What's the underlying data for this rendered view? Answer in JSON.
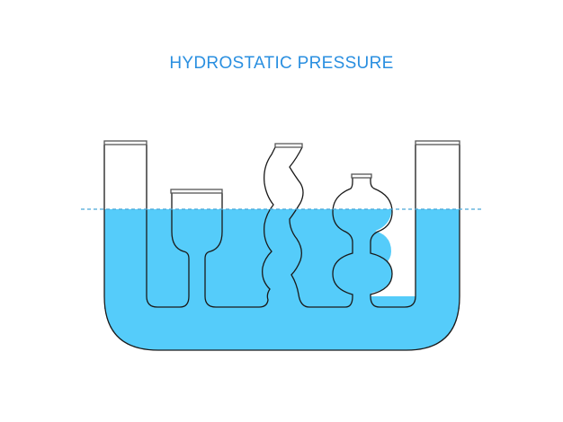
{
  "title": "HYDROSTATIC PRESSURE",
  "colors": {
    "title": "#2a8fe0",
    "water": "#55ccfa",
    "outline": "#1a1a1a",
    "water_level_line": "#4aa6d6"
  },
  "diagram": {
    "vessels": [
      {
        "name": "left-tube",
        "shape": "straight tube"
      },
      {
        "name": "glass",
        "shape": "goblet"
      },
      {
        "name": "wavy-tube",
        "shape": "wavy column"
      },
      {
        "name": "vase",
        "shape": "double-bulb vase"
      },
      {
        "name": "right-tube",
        "shape": "straight tube"
      }
    ],
    "water_level": "equal in all connected vessels"
  }
}
